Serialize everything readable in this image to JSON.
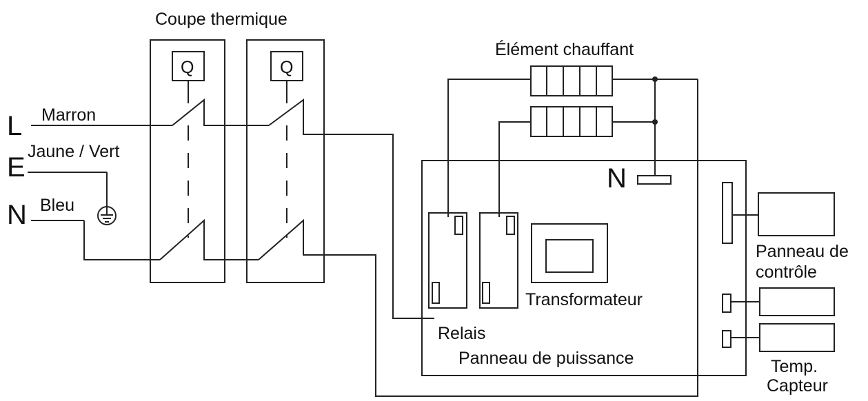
{
  "diagram": {
    "title_thermal_cutoff": "Coupe thermique",
    "breaker_symbol": "Q",
    "heating_element_label": "Élément chauffant",
    "lines": {
      "L": {
        "letter": "L",
        "color_label": "Marron"
      },
      "E": {
        "letter": "E",
        "color_label": "Jaune / Vert"
      },
      "N": {
        "letter": "N",
        "color_label": "Bleu"
      }
    },
    "neutral_terminal_label": "N",
    "relay_label": "Relais",
    "transformer_label": "Transformateur",
    "power_board_label": "Panneau de puissance",
    "control_panel_label_line1": "Panneau de",
    "control_panel_label_line2": "contrôle",
    "temp_sensor_label_line1": "Temp.",
    "temp_sensor_label_line2": "Capteur",
    "colors": {
      "line": "#222222",
      "background": "#ffffff",
      "text": "#111111"
    }
  }
}
